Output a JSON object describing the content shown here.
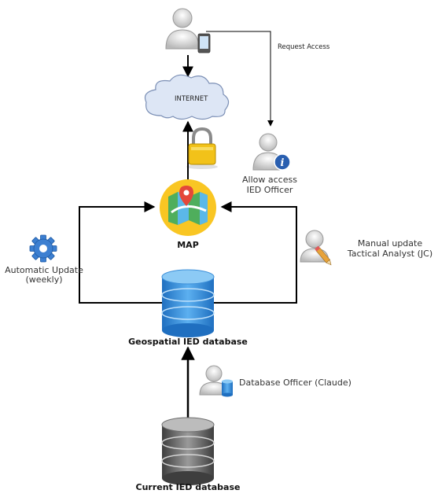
{
  "nodes": {
    "cloud": {
      "label": "INTERNET"
    },
    "request": {
      "label": "Request  Access"
    },
    "officer": {
      "line1": "Allow access",
      "line2": "IED Officer"
    },
    "map": {
      "label": "MAP"
    },
    "auto": {
      "line1": "Automatic Update",
      "line2": "(weekly)"
    },
    "manual": {
      "line1": "Manual update",
      "line2": "Tactical Analyst (JC)"
    },
    "geo_db": {
      "label": "Geospatial IED database"
    },
    "db_officer": {
      "label": "Database Officer (Claude)"
    },
    "current_db": {
      "label": "Current IED database"
    }
  },
  "icons": {
    "top_user": "user-with-phone-icon",
    "lock": "padlock-icon",
    "officer": "user-info-icon",
    "map": "map-pin-icon",
    "gear": "gear-icon",
    "manual": "user-pencil-icon",
    "geo_db": "database-blue-icon",
    "db_officer": "user-database-icon",
    "current_db": "database-gray-icon"
  },
  "colors": {
    "line": "#000000",
    "cloud_fill": "#dde6f5",
    "cloud_stroke": "#7b8fb5",
    "map_circle": "#f9c623",
    "lock_body": "#f2c219",
    "db_blue": "#3d8fd8",
    "db_gray": "#6d6d6d",
    "info_badge": "#2a5fb0"
  }
}
